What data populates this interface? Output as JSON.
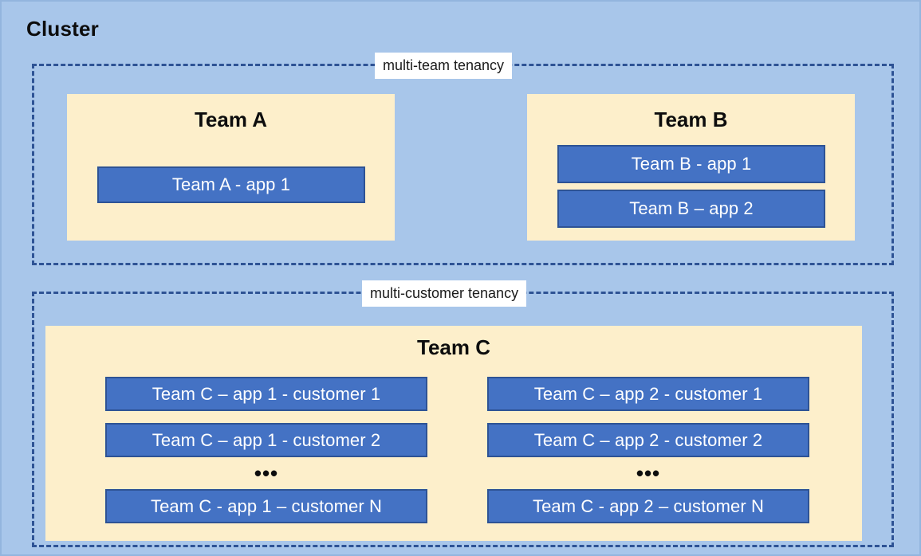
{
  "diagram": {
    "title": "Cluster",
    "colors": {
      "background": "#a8c6ea",
      "app_fill": "#4472c4",
      "app_border": "#2e5395",
      "team_fill": "#fdefcb",
      "dashed_border": "#2e5395",
      "label_background": "#ffffff",
      "app_text": "#ffffff",
      "title_text": "#0d0d0d"
    },
    "groups": [
      {
        "id": "multi-team",
        "label": "multi-team tenancy",
        "teams": [
          {
            "id": "team-a",
            "title": "Team A",
            "apps": [
              {
                "label": "Team A - app 1"
              }
            ]
          },
          {
            "id": "team-b",
            "title": "Team B",
            "apps": [
              {
                "label": "Team B - app 1"
              },
              {
                "label": "Team B – app 2"
              }
            ]
          }
        ]
      },
      {
        "id": "multi-customer",
        "label": "multi-customer tenancy",
        "teams": [
          {
            "id": "team-c",
            "title": "Team C",
            "columns": [
              {
                "id": "app-1-column",
                "ellipsis": "•••",
                "apps": [
                  {
                    "label": "Team C – app 1 - customer 1"
                  },
                  {
                    "label": "Team C – app 1 - customer 2"
                  },
                  {
                    "label": "Team C - app 1 – customer N"
                  }
                ]
              },
              {
                "id": "app-2-column",
                "ellipsis": "•••",
                "apps": [
                  {
                    "label": "Team C – app 2 - customer 1"
                  },
                  {
                    "label": "Team C – app 2 - customer 2"
                  },
                  {
                    "label": "Team C - app 2 – customer N"
                  }
                ]
              }
            ]
          }
        ]
      }
    ]
  }
}
